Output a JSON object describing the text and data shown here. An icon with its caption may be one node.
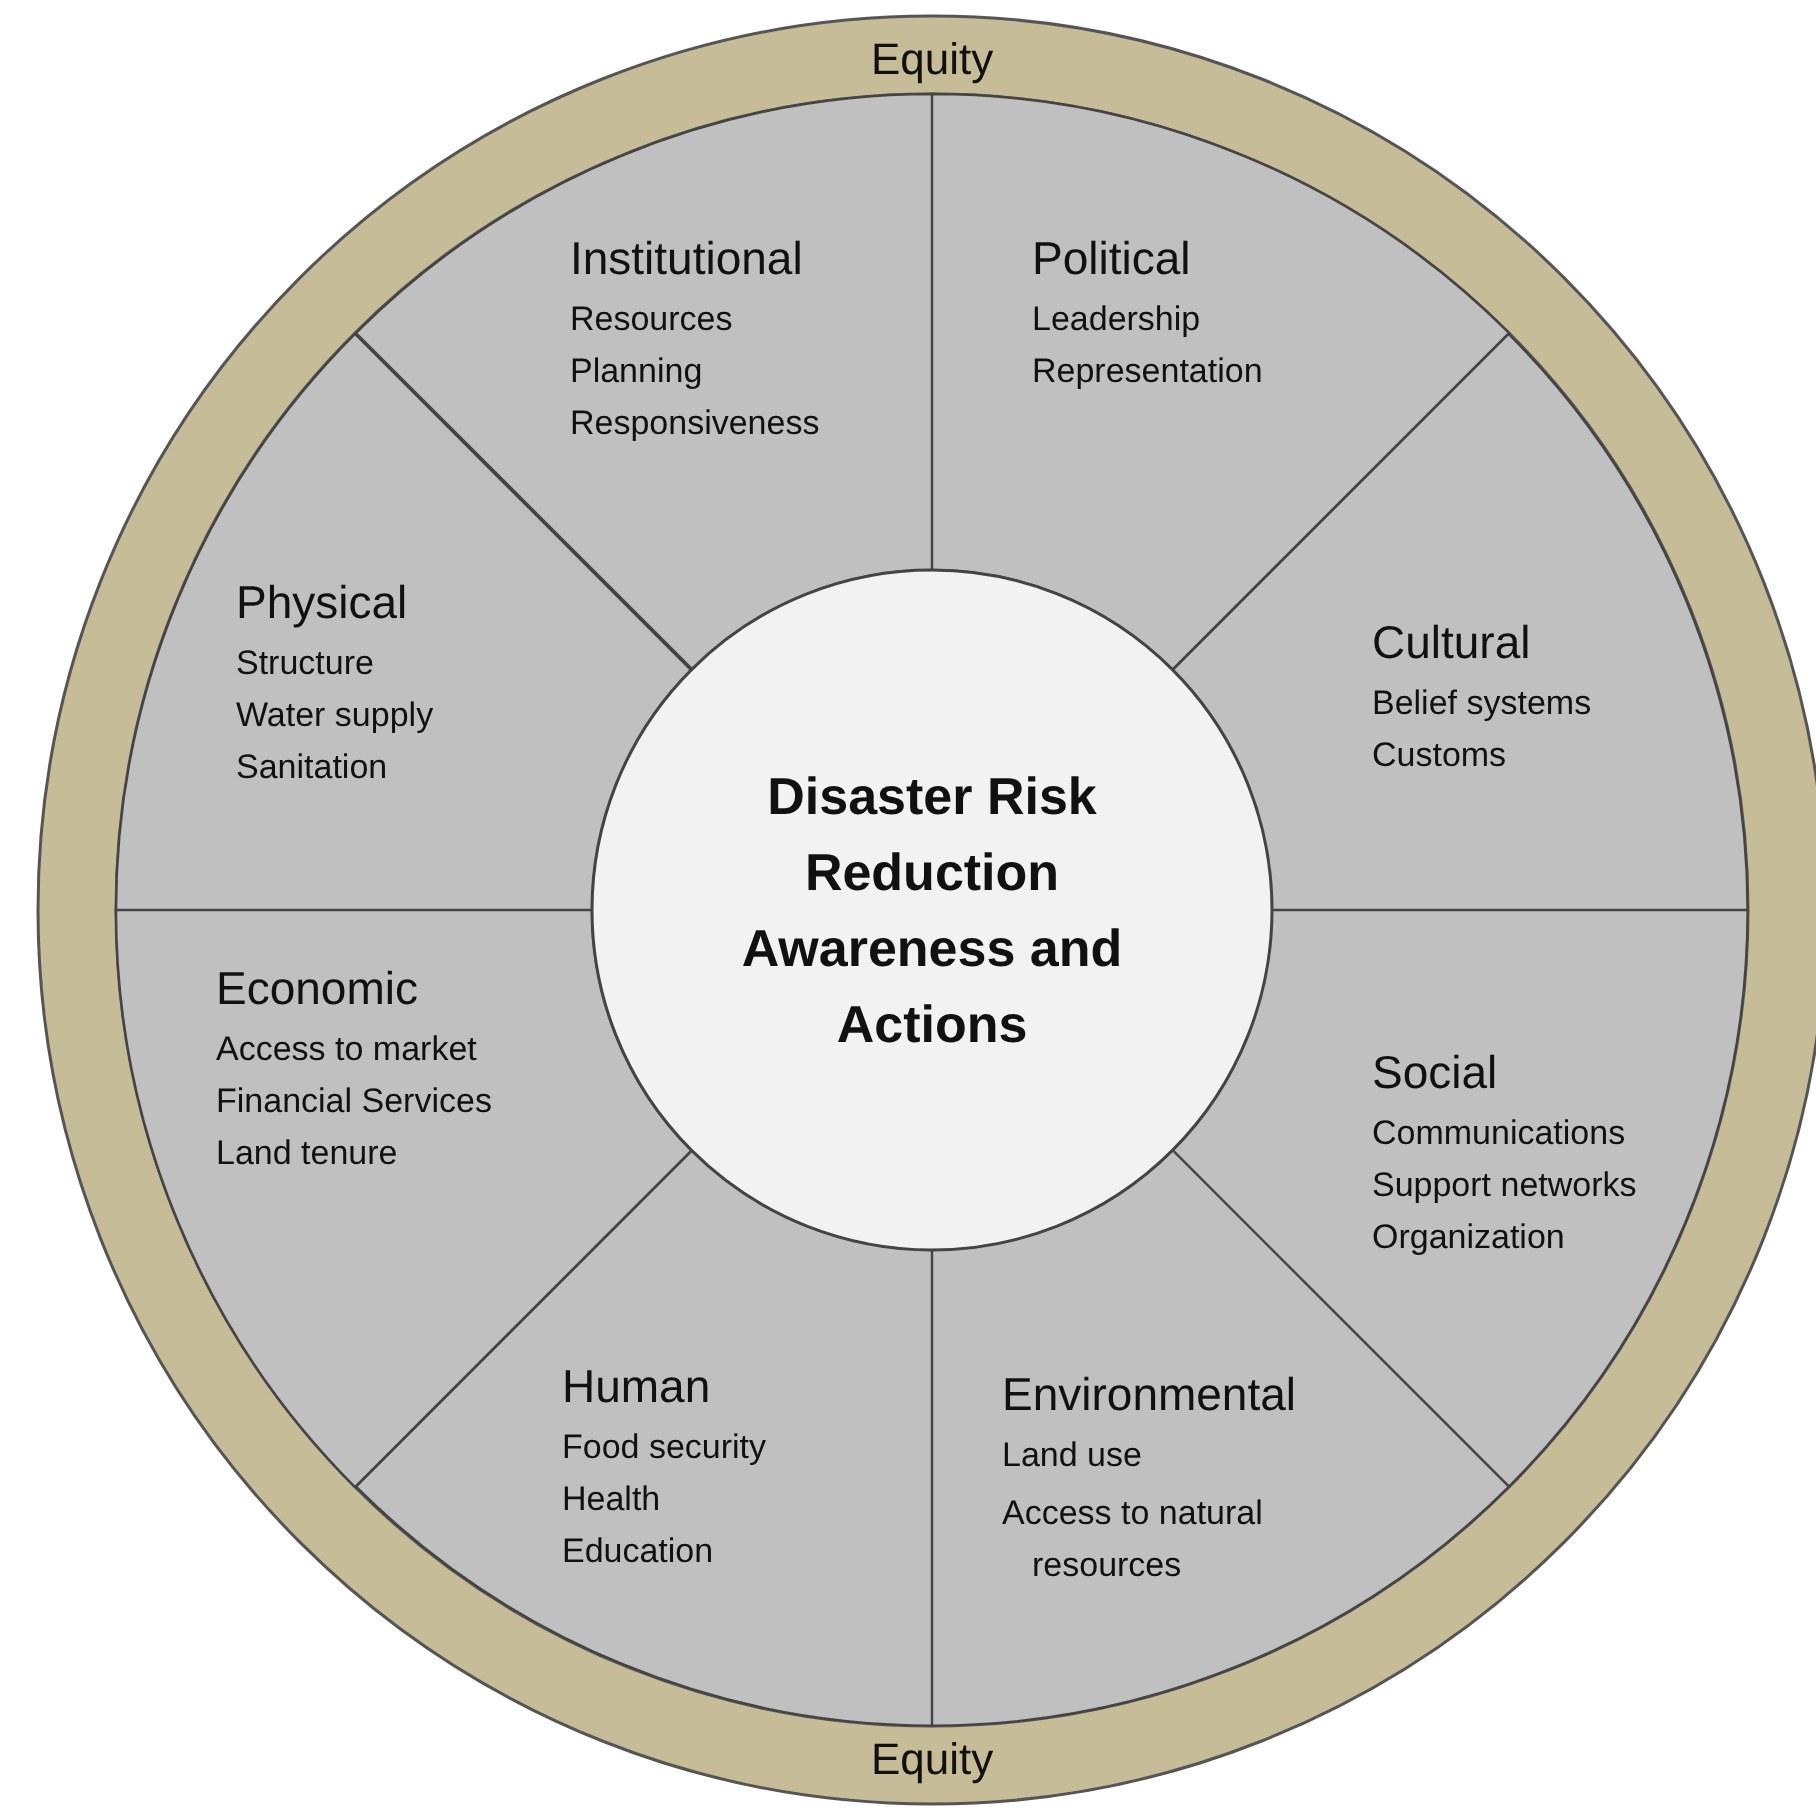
{
  "diagram": {
    "nodes": [
      {
        "text": [
          "Equity",
          "Equity"
        ]
      },
      {
        "text": [
          "Institutional",
          "Resources",
          "Planning",
          "Responsiveness"
        ],
        "in": 0
      },
      {
        "text": [
          "Political",
          "Leadership",
          "Representation"
        ],
        "in": 0
      },
      {
        "text": [
          "Physical",
          "Structure",
          "Water supply",
          "Sanitation"
        ],
        "in": 0
      },
      {
        "text": [
          "Cultural",
          "Belief systems",
          "Customs"
        ],
        "in": 0
      },
      {
        "text": [
          "Disaster Risk Reduction Awareness and Actions"
        ],
        "in": 0
      },
      {
        "text": [
          "Economic",
          "Access to market",
          "Financial Services",
          "Land tenure"
        ],
        "in": 0
      },
      {
        "text": [
          "Social",
          "Communications",
          "Support networks",
          "Organization"
        ],
        "in": 0
      },
      {
        "text": [
          "Human",
          "Food security",
          "Health",
          "Education"
        ],
        "in": 0
      },
      {
        "text": [
          "Environmental",
          "Land use",
          "Access to natural resources"
        ],
        "in": 0
      }
    ],
    "edges": []
  }
}
